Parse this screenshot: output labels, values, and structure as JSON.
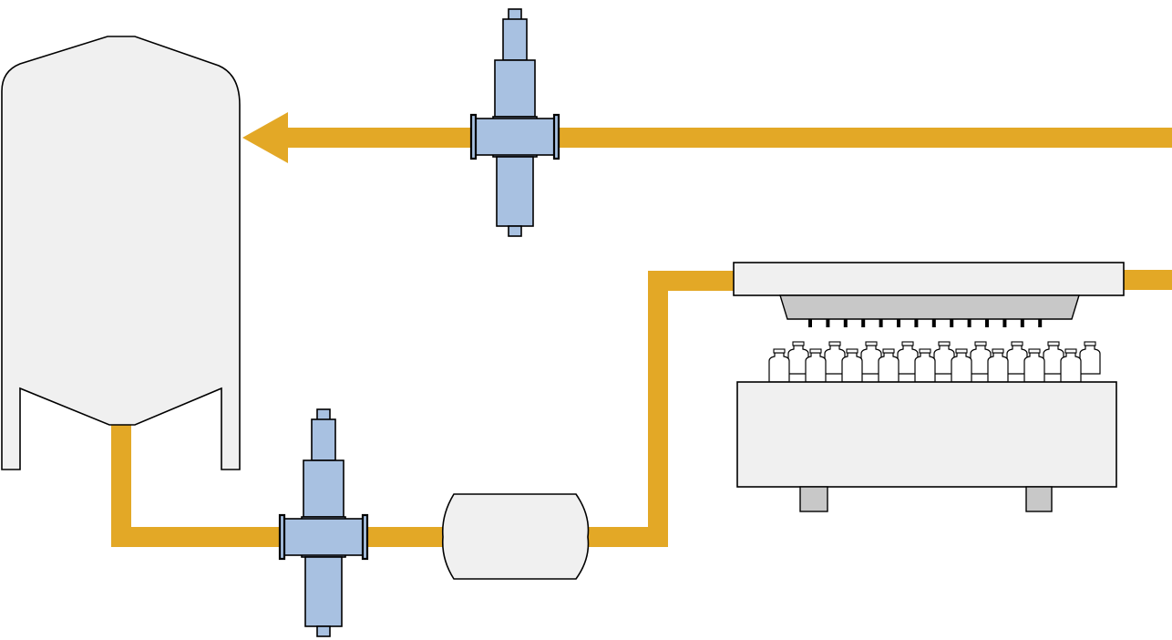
{
  "diagram": {
    "components": [
      {
        "id": "storage-tank",
        "kind": "vessel"
      },
      {
        "id": "supply-valve",
        "kind": "valve"
      },
      {
        "id": "inline-filter",
        "kind": "filter housing"
      },
      {
        "id": "filling-machine",
        "kind": "vial filling station"
      },
      {
        "id": "return-valve",
        "kind": "valve"
      }
    ],
    "flow": [
      {
        "from": "storage-tank",
        "to": "supply-valve"
      },
      {
        "from": "supply-valve",
        "to": "inline-filter"
      },
      {
        "from": "inline-filter",
        "to": "filling-machine"
      },
      {
        "from": "filling-machine",
        "to": "return-valve"
      },
      {
        "from": "return-valve",
        "to": "storage-tank",
        "arrow": true
      }
    ],
    "nozzle_count": 14,
    "vial_count": 18,
    "colors": {
      "pipe": "#E3A826",
      "valve": "#A8C1E1",
      "equipment": "#F0F0F0",
      "nozzle_head": "#C8C8C8",
      "foot": "#C8C8C8",
      "outline": "#000000"
    },
    "icons": [
      "tank-icon",
      "valve-icon",
      "filter-icon",
      "filler-icon",
      "vial-icon",
      "flow-arrow-icon"
    ]
  }
}
